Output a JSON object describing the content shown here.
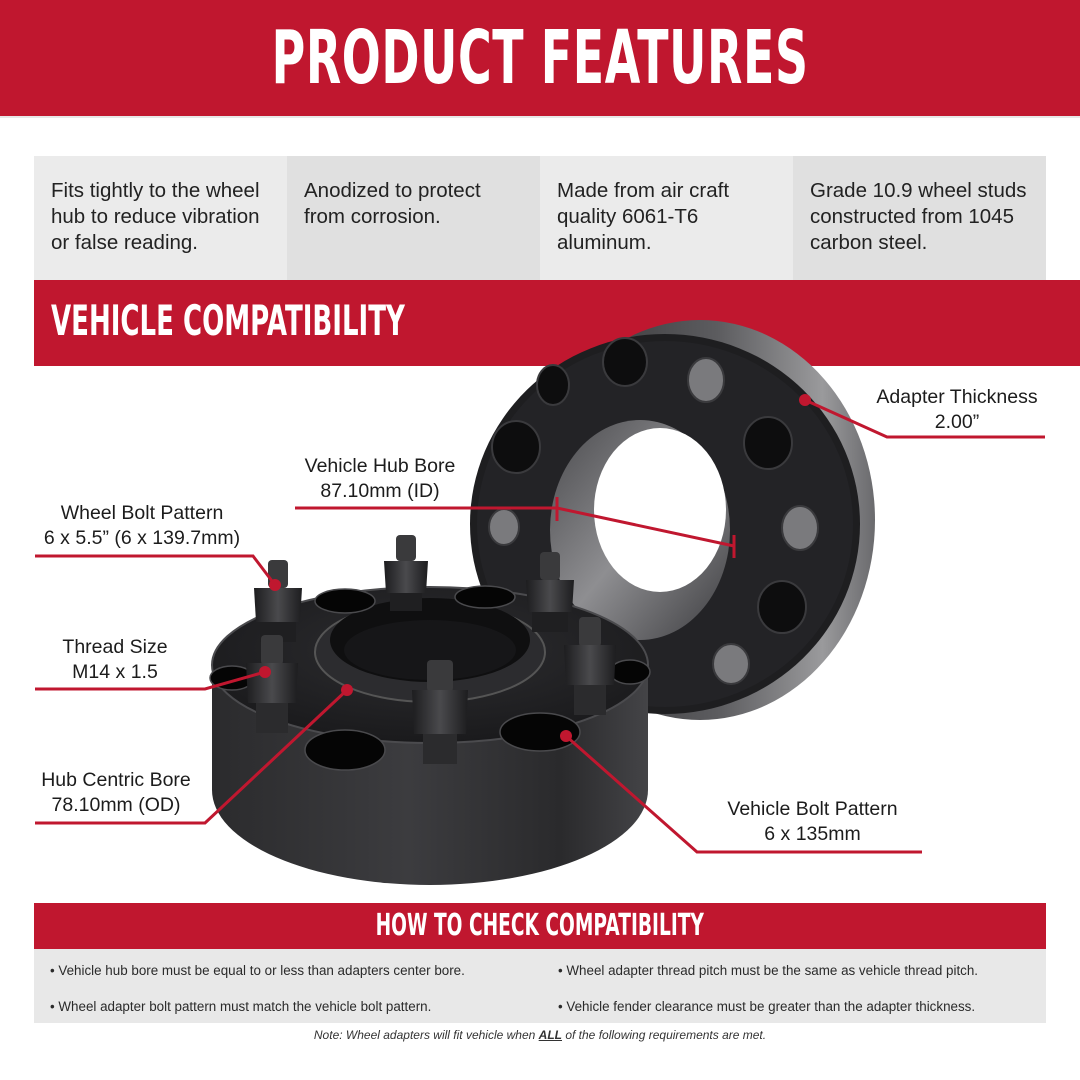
{
  "header": {
    "title": "PRODUCT FEATURES"
  },
  "features": [
    {
      "text": "Fits tightly to the wheel hub to reduce vibration or false reading."
    },
    {
      "text": "Anodized to protect from corrosion."
    },
    {
      "text": "Made from air craft quality 6061-T6 aluminum."
    },
    {
      "text": "Grade 10.9 wheel studs constructed from 1045 carbon steel."
    }
  ],
  "compatibility": {
    "title": "VEHICLE COMPATIBILITY",
    "callouts": {
      "adapter_thickness": {
        "label": "Adapter Thickness",
        "value": "2.00”"
      },
      "vehicle_hub_bore": {
        "label": "Vehicle Hub Bore",
        "value": "87.10mm (ID)"
      },
      "wheel_bolt_pattern": {
        "label": "Wheel Bolt Pattern",
        "value": "6 x 5.5” (6 x 139.7mm)"
      },
      "thread_size": {
        "label": "Thread Size",
        "value": "M14 x 1.5"
      },
      "hub_centric_bore": {
        "label": "Hub Centric Bore",
        "value": "78.10mm (OD)"
      },
      "vehicle_bolt_pattern": {
        "label": "Vehicle Bolt Pattern",
        "value": "6 x 135mm"
      }
    }
  },
  "how_to_check": {
    "title": "HOW TO CHECK COMPATIBILITY",
    "requirements": [
      "• Vehicle hub bore must be equal to or less than adapters center bore.",
      "• Wheel adapter thread pitch must be the same as vehicle thread pitch.",
      "• Wheel adapter bolt pattern must match the vehicle bolt pattern.",
      "• Vehicle fender clearance must be greater than the adapter thickness."
    ],
    "note_prefix": "Note: Wheel adapters will fit vehicle when ",
    "note_emphasis": "ALL",
    "note_suffix": " of the following requirements are met."
  },
  "colors": {
    "brand_red": "#c0172f",
    "panel_light": "#ebebeb",
    "panel_dark": "#e0e0e0",
    "adapter_black": "#1c1c1e"
  }
}
